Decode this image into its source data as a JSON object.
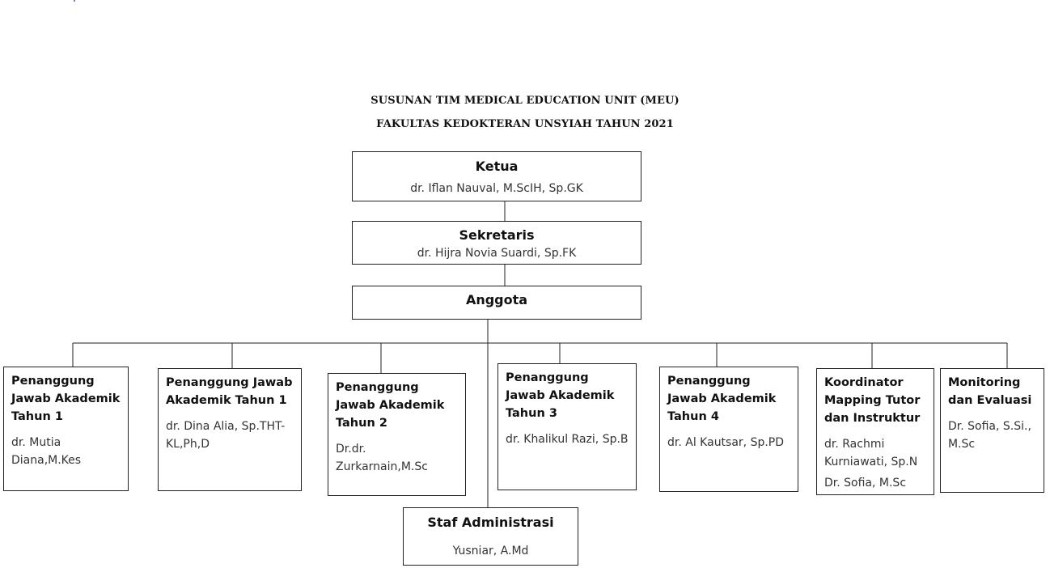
{
  "title": {
    "line1": "SUSUNAN TIM MEDICAL EDUCATION UNIT (MEU)",
    "line2": "FAKULTAS KEDOKTERAN UNSYIAH TAHUN 2021"
  },
  "ketua": {
    "role": "Ketua",
    "name": "dr. Iflan Nauval, M.ScIH, Sp.GK"
  },
  "sekretaris": {
    "role": "Sekretaris",
    "name": "dr. Hijra Novia Suardi, Sp.FK"
  },
  "anggota": {
    "role": "Anggota"
  },
  "members": [
    {
      "role": "Penanggung Jawab Akademik Tahun 1",
      "name": "dr. Mutia Diana,M.Kes"
    },
    {
      "role": "Penanggung Jawab Akademik Tahun 1",
      "name": "dr. Dina Alia, Sp.THT-KL,Ph,D"
    },
    {
      "role": "Penanggung Jawab Akademik Tahun 2",
      "name": "Dr.dr. Zurkarnain,M.Sc"
    },
    {
      "role": "Penanggung Jawab Akademik Tahun 3",
      "name": "dr. Khalikul Razi, Sp.B"
    },
    {
      "role": "Penanggung Jawab Akademik Tahun 4",
      "name": "dr. Al Kautsar, Sp.PD"
    },
    {
      "role": "Koordinator Mapping Tutor dan Instruktur",
      "name": "dr. Rachmi Kurniawati, Sp.N",
      "name2": "Dr. Sofia, M.Sc"
    },
    {
      "role": "Monitoring dan Evaluasi",
      "name": "Dr. Sofia, S.Si., M.Sc"
    }
  ],
  "staf": {
    "role": "Staf Administrasi",
    "name": "Yusniar, A.Md"
  }
}
